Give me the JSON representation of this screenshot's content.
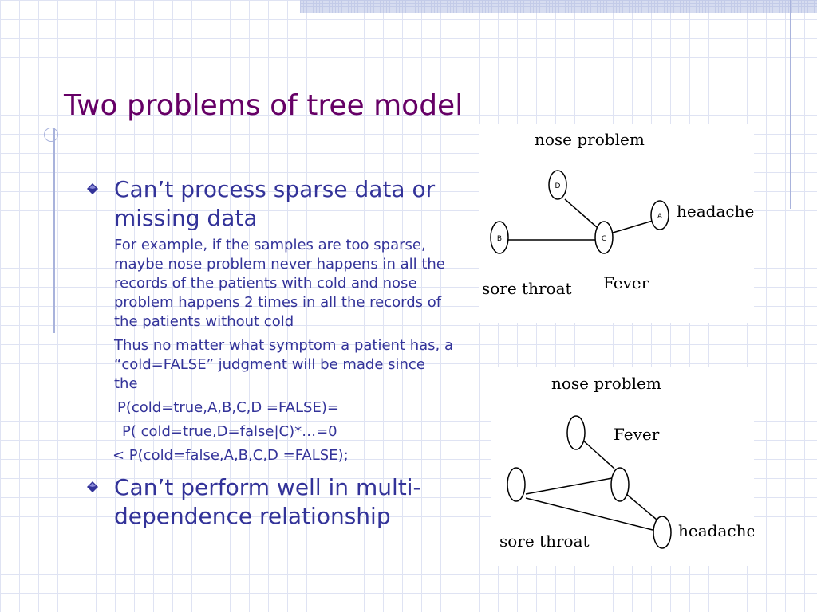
{
  "slide": {
    "title": "Two problems of tree model",
    "bullets": [
      {
        "text": "Can’t process sparse data or missing data",
        "sub": [
          "For example, if the samples are too sparse, maybe nose problem never happens in all the records of the patients with cold and nose problem happens 2 times in all the records of the patients without cold",
          "Thus no matter what symptom a patient has, a “cold=FALSE” judgment will be made since the"
        ],
        "equations": [
          "P(cold=true,A,B,C,D =FALSE)=",
          "P( cold=true,D=false|C)*…=0",
          "< P(cold=false,A,B,C,D =FALSE);"
        ]
      },
      {
        "text": "Can’t perform well in multi-dependence relationship"
      }
    ]
  },
  "diagram_top": {
    "labels": {
      "nose_problem": "nose problem",
      "headache": "headache",
      "sore_throat": "sore throat",
      "fever": "Fever"
    },
    "node_letters": {
      "d": "D",
      "a": "A",
      "b": "B",
      "c": "C"
    }
  },
  "diagram_bottom": {
    "labels": {
      "nose_problem": "nose problem",
      "fever": "Fever",
      "sore_throat": "sore throat",
      "headache": "headache"
    }
  },
  "colors": {
    "title": "#660066",
    "body_text": "#333399",
    "grid": "#dfe3f3",
    "accent": "#a9b3dc"
  },
  "icons": {
    "bullet": "diamond-bullet-icon"
  }
}
